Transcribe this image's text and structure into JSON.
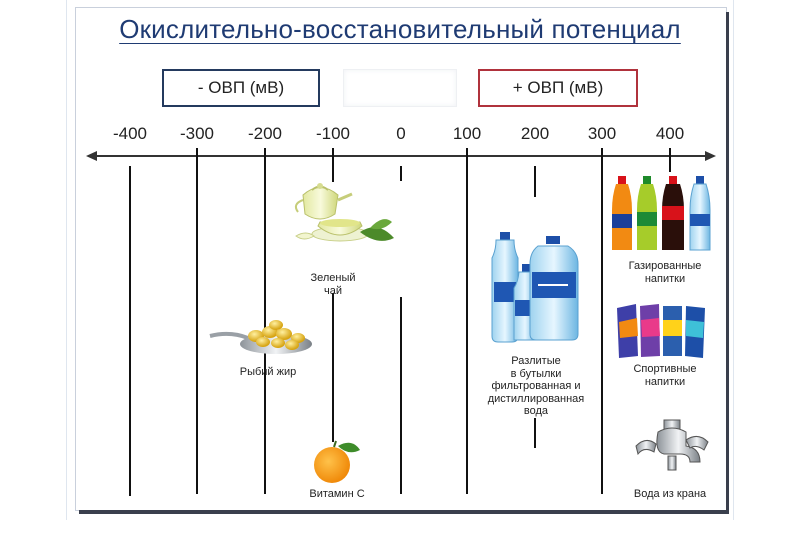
{
  "title": "Окислительно-восстановительный потенциал",
  "legend": {
    "negative": "- ОВП (мВ)",
    "positive": "+ ОВП (мВ)"
  },
  "axis": {
    "ticks": [
      {
        "label": "-400",
        "value": -400
      },
      {
        "label": "-300",
        "value": -300
      },
      {
        "label": "-200",
        "value": -200
      },
      {
        "label": "-100",
        "value": -100
      },
      {
        "label": "0",
        "value": 0
      },
      {
        "label": "100",
        "value": 100
      },
      {
        "label": "200",
        "value": 200
      },
      {
        "label": "300",
        "value": 300
      },
      {
        "label": "400",
        "value": 400
      }
    ]
  },
  "items": {
    "green_tea": "Зеленый\nчай",
    "fish_oil": "Рыбий жир",
    "vitamin_c": "Витамин С",
    "bottled_water": "Разлитые\nв бутылки\nфильтрованная и\nдистиллированная\nвода",
    "soda": "Газированные\nнапитки",
    "sports_drinks": "Спортивные\nнапитки",
    "tap_water": "Вода из крана"
  },
  "colors": {
    "title": "#1f3b73",
    "negative_border": "#243a5e",
    "positive_border": "#b0323c",
    "axis": "#333333"
  }
}
